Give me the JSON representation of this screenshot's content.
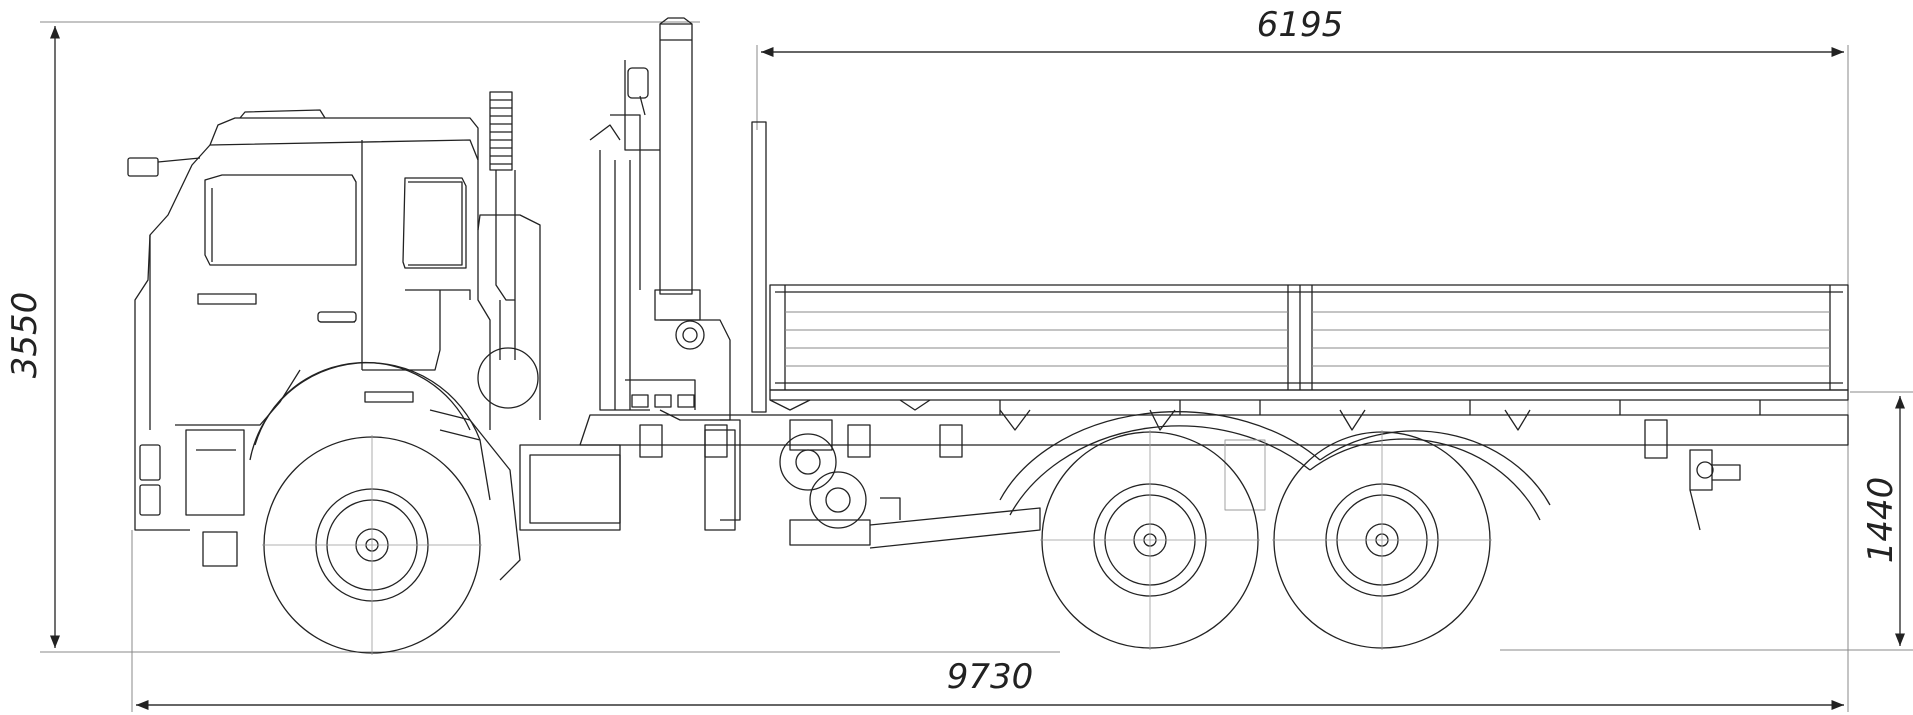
{
  "colors": {
    "background": "#ffffff",
    "line": "#222222",
    "thin": "#666666"
  },
  "dimensions": {
    "overall_length": "9730",
    "overall_height": "3550",
    "platform_length": "6195",
    "platform_height": "1440"
  }
}
